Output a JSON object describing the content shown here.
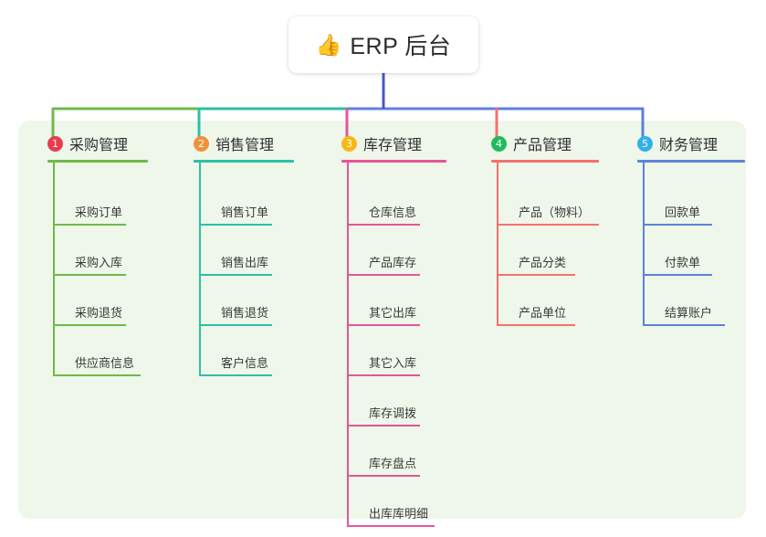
{
  "root": {
    "emoji": "👍",
    "emoji_name": "thumbs-up-emoji",
    "title": "ERP 后台"
  },
  "theme": {
    "panel_bg": "#eef7e9",
    "root_bg": "#ffffff",
    "text": "#2f2f2f",
    "trunk_color": "#4459c4"
  },
  "columns": [
    {
      "index": "1",
      "badge_color": "#ea3b4e",
      "line_color": "#6fb94a",
      "head_rule_width": 110,
      "label": "采购管理",
      "items": [
        {
          "label": "采购订单",
          "rule_width": 80
        },
        {
          "label": "采购入库",
          "rule_width": 80
        },
        {
          "label": "采购退货",
          "rule_width": 80
        },
        {
          "label": "供应商信息",
          "rule_width": 96
        }
      ]
    },
    {
      "index": "2",
      "badge_color": "#f2913d",
      "line_color": "#2bc1a6",
      "head_rule_width": 110,
      "label": "销售管理",
      "items": [
        {
          "label": "销售订单",
          "rule_width": 80
        },
        {
          "label": "销售出库",
          "rule_width": 80
        },
        {
          "label": "销售退货",
          "rule_width": 80
        },
        {
          "label": "客户信息",
          "rule_width": 80
        }
      ]
    },
    {
      "index": "3",
      "badge_color": "#f7b817",
      "line_color": "#e5559b",
      "head_rule_width": 115,
      "label": "库存管理",
      "items": [
        {
          "label": "仓库信息",
          "rule_width": 80
        },
        {
          "label": "产品库存",
          "rule_width": 80
        },
        {
          "label": "其它出库",
          "rule_width": 80
        },
        {
          "label": "其它入库",
          "rule_width": 80
        },
        {
          "label": "库存调拨",
          "rule_width": 80
        },
        {
          "label": "库存盘点",
          "rule_width": 80
        },
        {
          "label": "出库库明细",
          "rule_width": 96
        }
      ]
    },
    {
      "index": "4",
      "badge_color": "#22bb5b",
      "line_color": "#f4706e",
      "head_rule_width": 118,
      "label": "产品管理",
      "items": [
        {
          "label": "产品（物料）",
          "rule_width": 112
        },
        {
          "label": "产品分类",
          "rule_width": 86
        },
        {
          "label": "产品单位",
          "rule_width": 86
        }
      ]
    },
    {
      "index": "5",
      "badge_color": "#33b0e8",
      "line_color": "#5d82d8",
      "head_rule_width": 118,
      "label": "财务管理",
      "items": [
        {
          "label": "回款单",
          "rule_width": 76
        },
        {
          "label": "付款单",
          "rule_width": 76
        },
        {
          "label": "结算账户",
          "rule_width": 90
        }
      ]
    }
  ]
}
